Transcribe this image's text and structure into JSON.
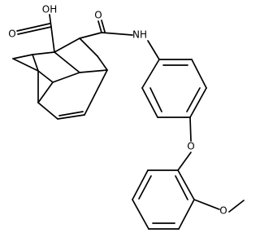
{
  "structure": {
    "labels": {
      "acid_oh": "OH",
      "acid_carbonyl_o": "O",
      "amide_o": "O",
      "amide_nh": "NH",
      "ether_o": "O",
      "methoxy_o": "O"
    }
  }
}
